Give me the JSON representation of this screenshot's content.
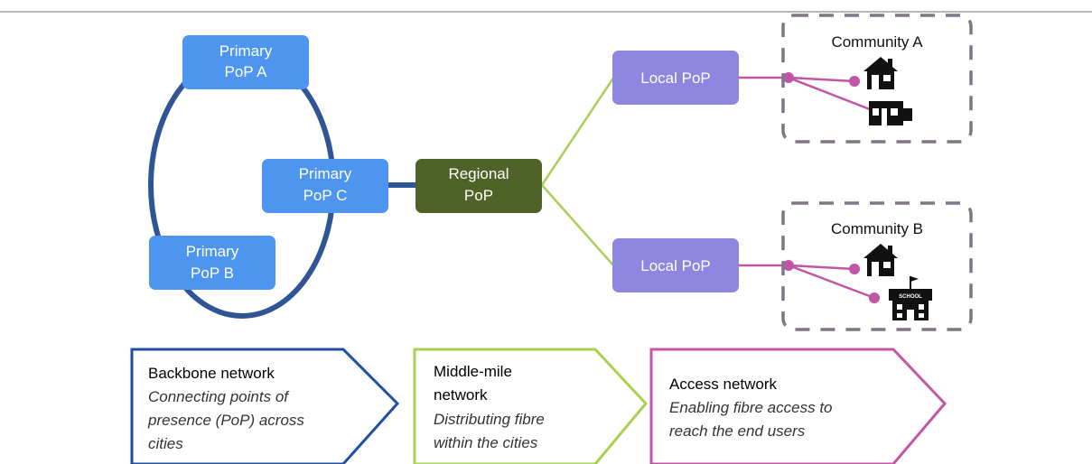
{
  "nodes": {
    "primary_a": [
      "Primary",
      "PoP A"
    ],
    "primary_b": [
      "Primary",
      "PoP B"
    ],
    "primary_c": [
      "Primary",
      "PoP C"
    ],
    "regional": [
      "Regional",
      "PoP"
    ],
    "local_1": "Local PoP",
    "local_2": "Local PoP",
    "community_a": "Community A",
    "community_b": "Community B"
  },
  "icons": {
    "community_a": [
      "house-icon",
      "business-icon"
    ],
    "community_b": [
      "house-icon",
      "school-icon"
    ],
    "school_text": "SCHOOL"
  },
  "legend": [
    {
      "title": [
        "Backbone network"
      ],
      "desc": [
        "Connecting points of",
        "presence (PoP) across",
        "cities"
      ]
    },
    {
      "title": [
        "Middle-mile",
        "network"
      ],
      "desc": [
        "Distributing fibre",
        "within the cities"
      ]
    },
    {
      "title": [
        "Access network"
      ],
      "desc": [
        "Enabling fibre access to",
        "reach the end users"
      ]
    }
  ],
  "colors": {
    "primary_fill": "#4e95f0",
    "backbone_ring": "#2f5597",
    "regional_fill": "#4f6228",
    "middle_mile": "#a9cf5a",
    "local_fill": "#8f86e0",
    "access": "#c155a6",
    "community_border": "#7f7687",
    "backbone_legend": "#1f4fa3",
    "middle_legend": "#a9d04f",
    "access_legend": "#c455a7"
  }
}
